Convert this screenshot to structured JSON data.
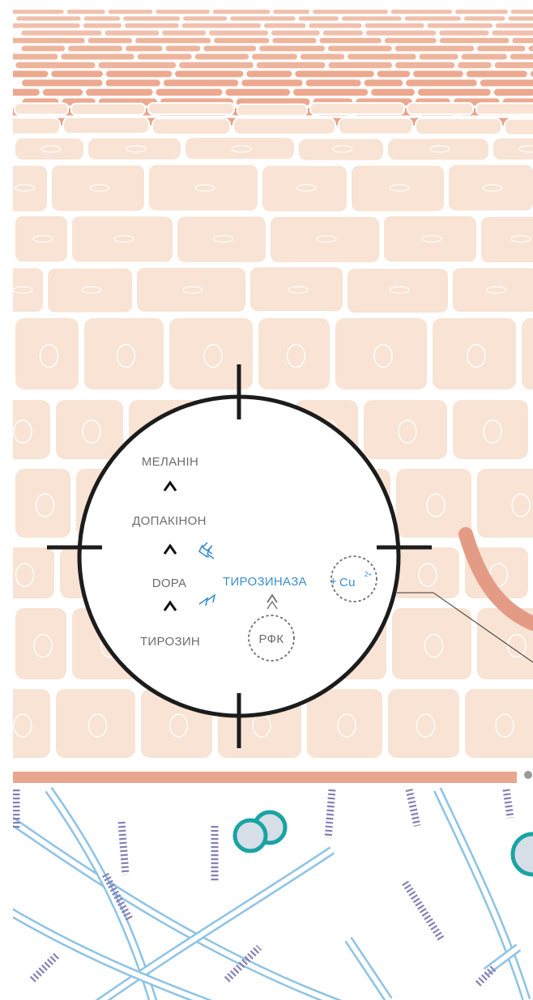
{
  "diagram": {
    "labels": {
      "melanin": "МЕЛАНІН",
      "dopaquinone": "ДОПАКІНОН",
      "dopa": "DOPA",
      "tyrosine": "ТИРОЗИН",
      "tyrosinase": "ТИРОЗИНАЗА",
      "plus": "+",
      "copper": "Cu",
      "copper_charge": "2+",
      "rfk": "РФК"
    },
    "colors": {
      "epidermis_cell": "#f8e3d4",
      "stratum_corneum": "#eeaf96",
      "basement_membrane": "#e8a590",
      "collagen_fiber": "#8dc3e4",
      "elastin_fiber": "#8680b5",
      "fibroblast_ring": "#1aa3a3",
      "circle_outline": "#1c1c1c",
      "enzyme_text": "#3a8fcf",
      "label_text": "#6d6d6d"
    }
  }
}
